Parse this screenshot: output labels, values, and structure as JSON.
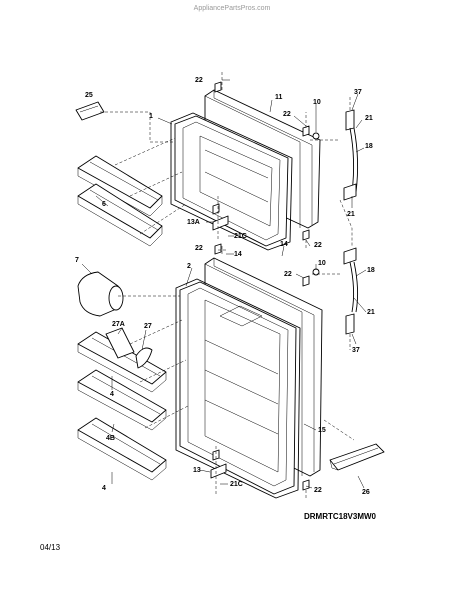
{
  "watermark": "AppliancePartsPros.com",
  "model_code": "DRMRTC18V3MW0",
  "date_code": "04/13",
  "callouts": {
    "c25": "25",
    "c22a": "22",
    "c11": "11",
    "c10a": "10",
    "c37a": "37",
    "c1": "1",
    "c22b": "22",
    "c21a": "21",
    "c18a": "18",
    "c6": "6",
    "c21b": "21",
    "c13a": "13A",
    "c21c_top": "21C",
    "c22c": "22",
    "c22d": "22",
    "c14a": "14",
    "c14b": "14",
    "c7": "7",
    "c2": "2",
    "c10b": "10",
    "c22e": "22",
    "c18b": "18",
    "c21d": "21",
    "c27a": "27A",
    "c27": "27",
    "c4a": "4",
    "c37b": "37",
    "c15": "15",
    "c4b": "4B",
    "c13": "13",
    "c21c_bot": "21C",
    "c4c": "4",
    "c22f": "22",
    "c26": "26"
  },
  "icons": {
    "top_door": "freezer-door",
    "bottom_door": "fresh-food-door",
    "handle": "door-handle",
    "bin": "door-bin",
    "butter": "butter-conditioner",
    "egg": "egg-tray"
  }
}
